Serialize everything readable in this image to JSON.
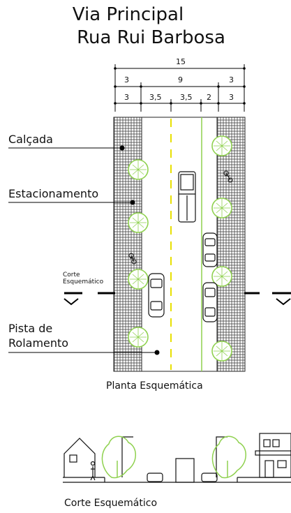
{
  "title": {
    "line1": "Via Principal",
    "line2": "Rua Rui Barbosa"
  },
  "dimensions": {
    "total": "15",
    "row2": [
      "3",
      "9",
      "3"
    ],
    "row3": [
      "3",
      "3,5",
      "3,5",
      "2",
      "3"
    ]
  },
  "labels": {
    "calcada": "Calçada",
    "estacionamento": "Estacionamento",
    "corte_small_1": "Corte",
    "corte_small_2": "Esquemático",
    "pista_1": "Pista de",
    "pista_2": "Rolamento"
  },
  "captions": {
    "plan": "Planta Esquemática",
    "section": "Corte Esquemático"
  },
  "colors": {
    "tree": "#8fd14f",
    "green_line": "#8fd14f",
    "axis": "#e8e000"
  }
}
